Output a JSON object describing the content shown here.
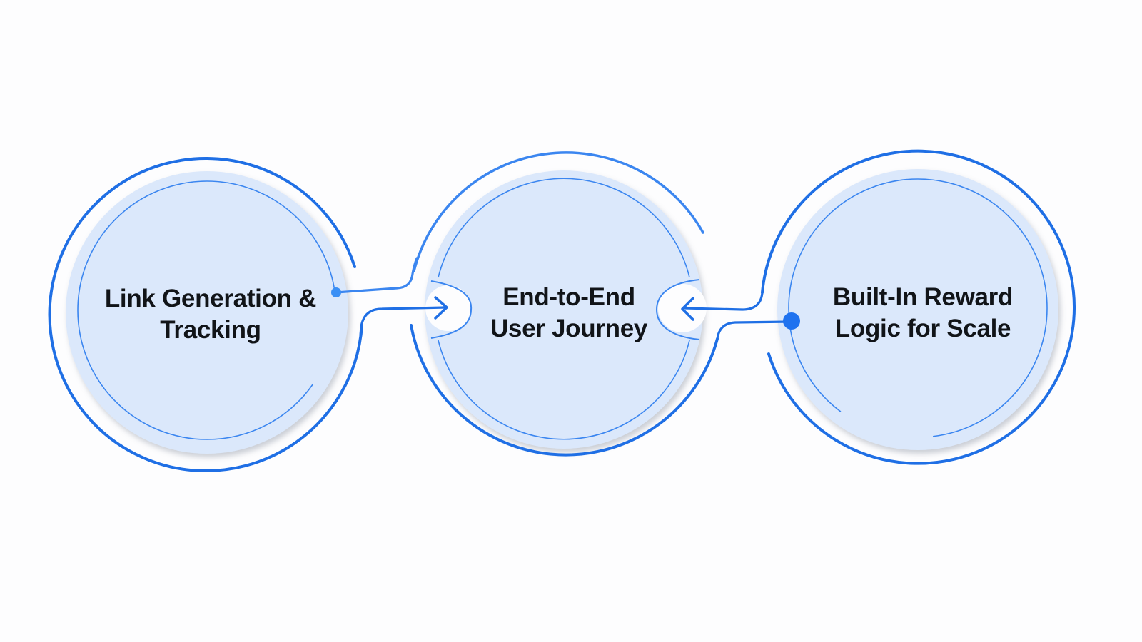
{
  "diagram": {
    "nodes": [
      {
        "id": "left",
        "lines": [
          "Link Generation &",
          "Tracking"
        ]
      },
      {
        "id": "center",
        "lines": [
          "End-to-End",
          "User Journey"
        ]
      },
      {
        "id": "right",
        "lines": [
          "Built-In Reward",
          "Logic for Scale"
        ]
      }
    ],
    "edges": [
      {
        "from": "left",
        "to": "center"
      },
      {
        "from": "right",
        "to": "center"
      }
    ],
    "colors": {
      "stroke": "#1f6fe5",
      "stroke_light": "#3b86f0",
      "fill": "#dbe8fb",
      "fill_edge": "#e8f0fc",
      "text": "#111418",
      "background": "#fdfdfe"
    }
  }
}
